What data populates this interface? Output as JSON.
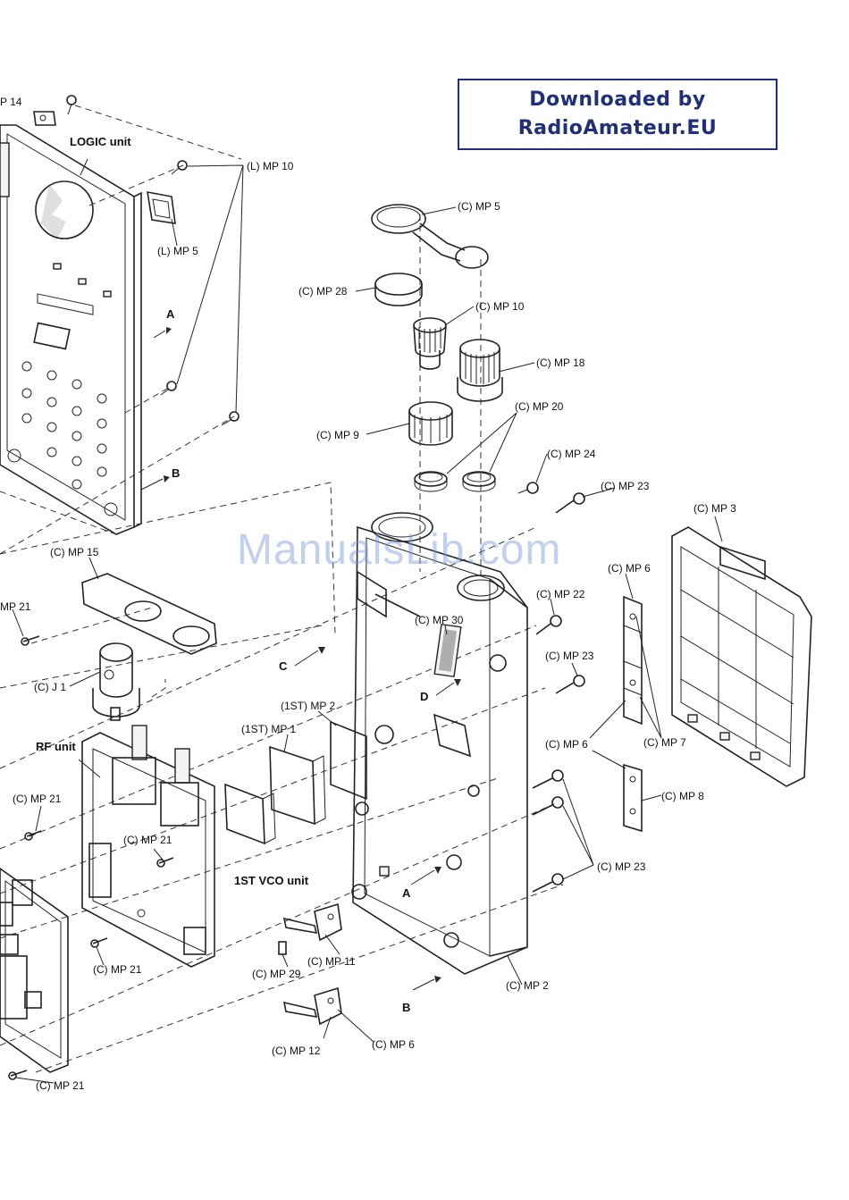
{
  "banner": {
    "line1": "Downloaded by",
    "line2": "RadioAmateur.EU"
  },
  "watermark": "ManualsLib.com",
  "units": {
    "logic": "LOGIC unit",
    "rf": "RF unit",
    "vco": "1ST  VCO unit"
  },
  "arrows": {
    "a1": "A",
    "b1": "B",
    "c": "C",
    "d": "D",
    "a2": "A",
    "b2": "B"
  },
  "labels": {
    "mp14": "P 14",
    "lmp10": "(L) MP 10",
    "lmp5": "(L) MP 5",
    "cmp5": "(C) MP 5",
    "cmp28": "(C) MP 28",
    "cmp10": "(C) MP 10",
    "cmp18": "(C) MP 18",
    "cmp20": "(C) MP 20",
    "cmp9": "(C) MP 9",
    "cmp24": "(C) MP 24",
    "cmp23a": "(C) MP 23",
    "cmp3": "(C) MP 3",
    "cmp15": "(C) MP 15",
    "cmp6a": "(C) MP 6",
    "mp21a": "MP 21",
    "cmp22": "(C) MP 22",
    "cmp30": "(C) MP 30",
    "cj1": "(C) J 1",
    "cmp23b": "(C) MP 23",
    "stmp2": "(1ST) MP 2",
    "stmp1": "(1ST) MP 1",
    "cmp6b": "(C) MP 6",
    "cmp7": "(C) MP 7",
    "cmp21b": "(C) MP 21",
    "cmp8": "(C) MP 8",
    "cmp21c": "(C) MP 21",
    "cmp23c": "(C) MP 23",
    "cmp21d": "(C) MP 21",
    "cmp29": "(C) MP 29",
    "cmp11": "(C) MP 11",
    "cmp2": "(C) MP 2",
    "cmp12": "(C) MP 12",
    "cmp6c": "(C) MP 6",
    "cmp21e": "(C) MP 21"
  }
}
